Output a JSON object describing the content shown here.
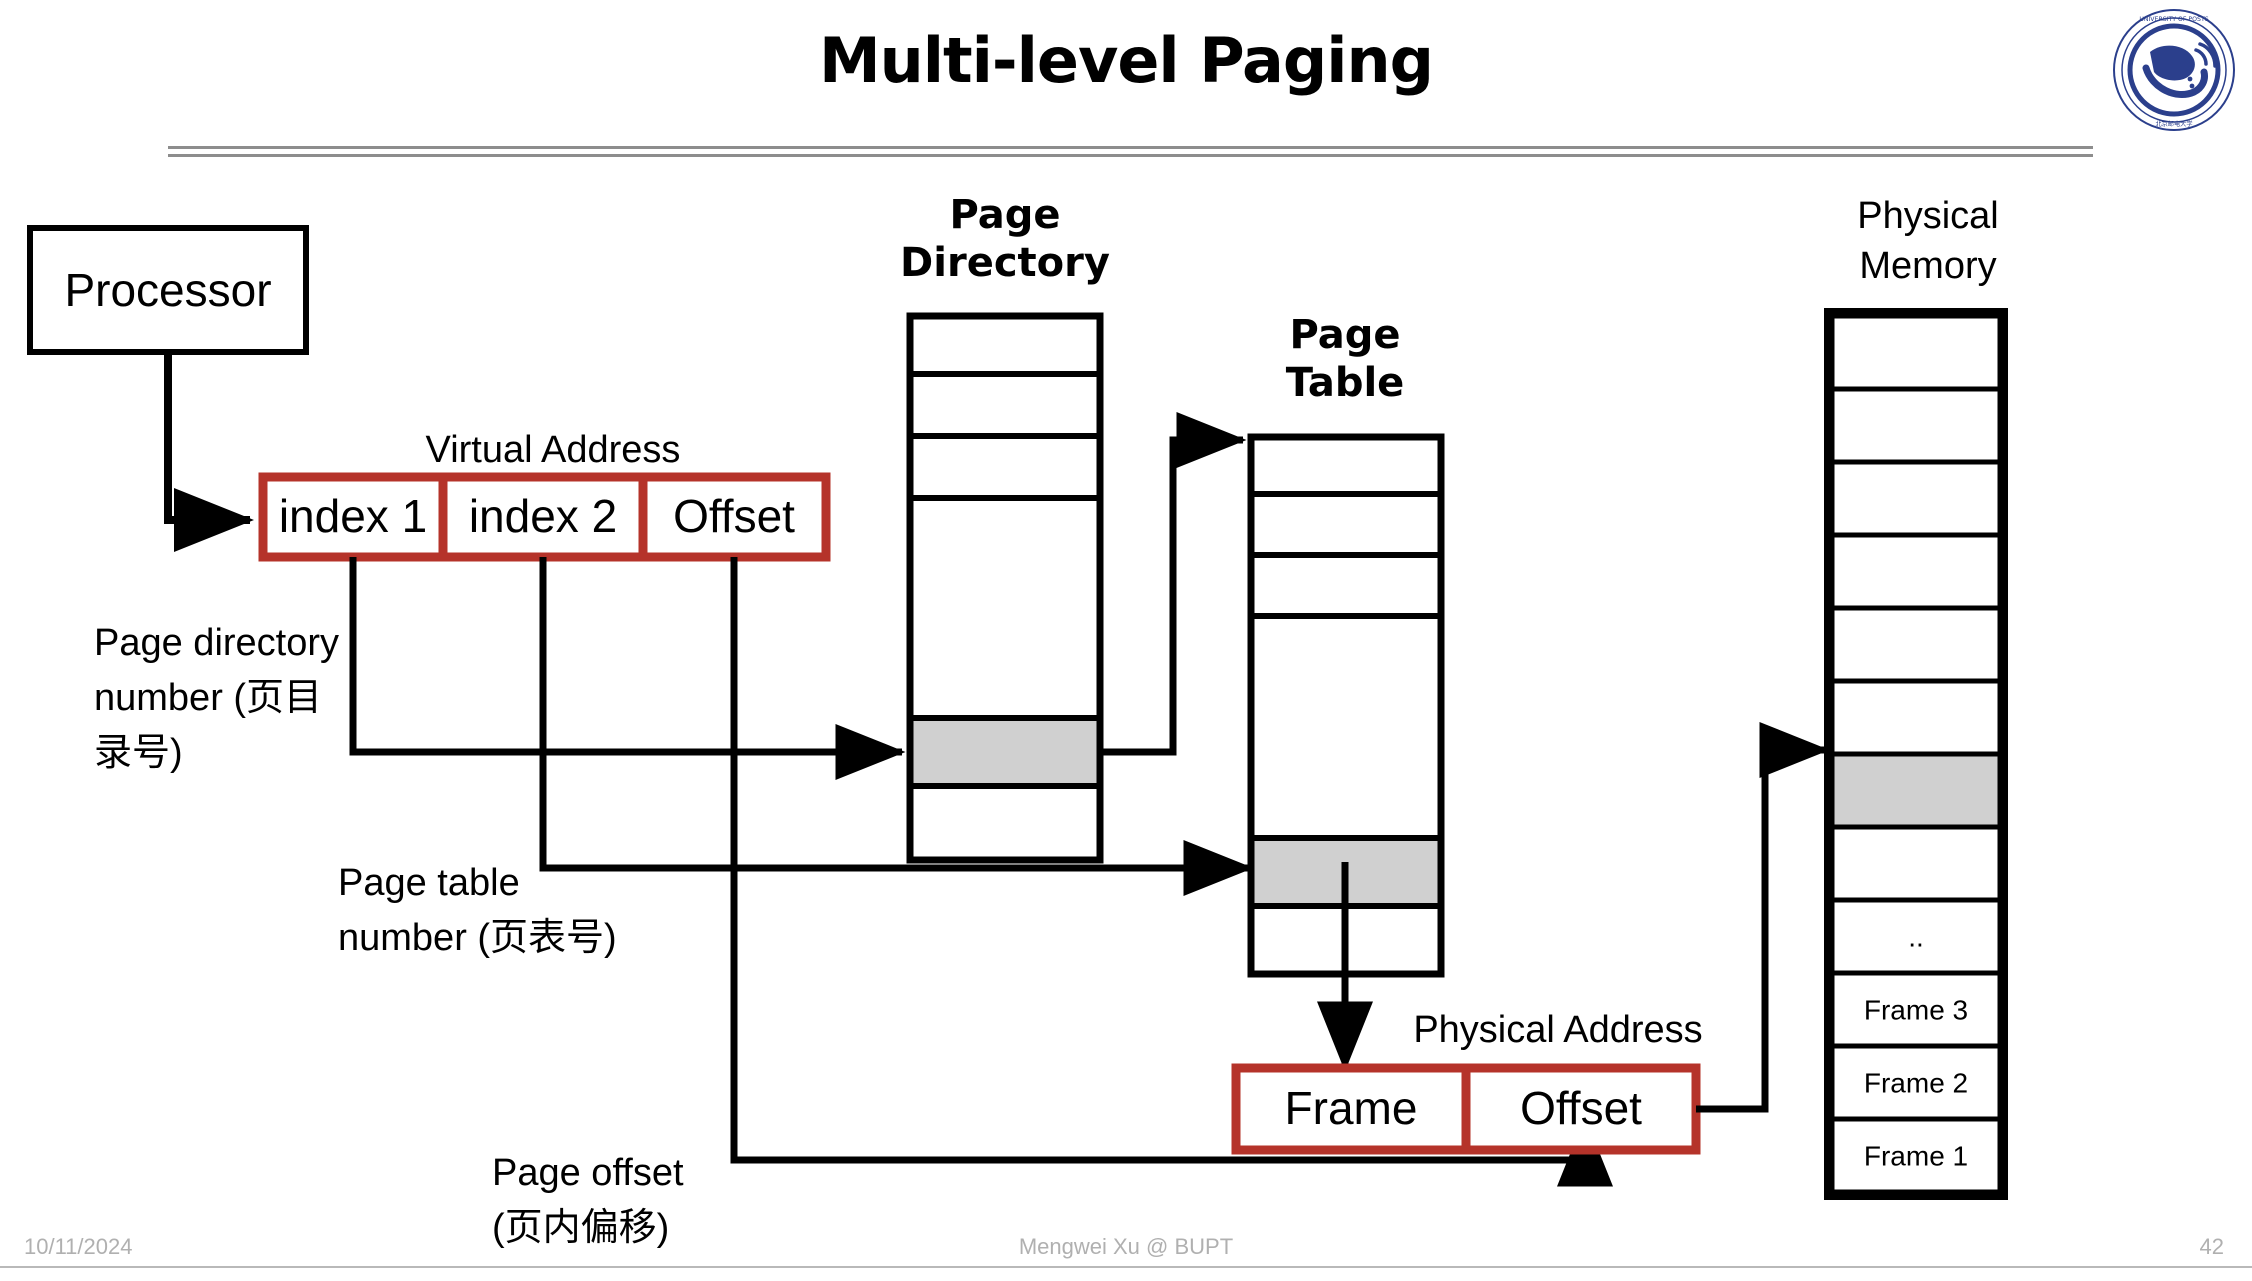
{
  "slide": {
    "title": "Multi-level Paging",
    "logo_alt": "bupt-logo",
    "accent_red": "#B5332A",
    "cell_gray": "#D0D0D0"
  },
  "diagram": {
    "processor": {
      "label": "Processor"
    },
    "virtual_address": {
      "title": "Virtual Address",
      "fields": [
        {
          "label": "index 1"
        },
        {
          "label": "index 2"
        },
        {
          "label": "Offset"
        }
      ]
    },
    "annotations": [
      {
        "line1": "Page directory",
        "line2": "number (页目",
        "line3": "录号)"
      },
      {
        "line1": "Page table",
        "line2": "number (页表号)",
        "line3": ""
      },
      {
        "line1": "Page offset",
        "line2": "(页内偏移)",
        "line3": ""
      }
    ],
    "page_directory": {
      "title_line1": "Page",
      "title_line2": "Directory",
      "rows": 6,
      "highlight_index": 4
    },
    "page_table": {
      "title_line1": "Page",
      "title_line2": "Table",
      "rows": 6,
      "highlight_index": 4
    },
    "physical_memory": {
      "title_line1": "Physical",
      "title_line2": "Memory",
      "highlight_index": 6,
      "rows": [
        {
          "label": ""
        },
        {
          "label": ""
        },
        {
          "label": ""
        },
        {
          "label": ""
        },
        {
          "label": ""
        },
        {
          "label": ""
        },
        {
          "label": ""
        },
        {
          "label": ""
        },
        {
          "label": ".."
        },
        {
          "label": "Frame 3"
        },
        {
          "label": "Frame 2"
        },
        {
          "label": "Frame 1"
        }
      ]
    },
    "physical_address": {
      "title": "Physical Address",
      "fields": [
        {
          "label": "Frame"
        },
        {
          "label": "Offset"
        }
      ]
    }
  },
  "footer": {
    "date": "10/11/2024",
    "author": "Mengwei Xu @ BUPT",
    "page_number": "42"
  }
}
